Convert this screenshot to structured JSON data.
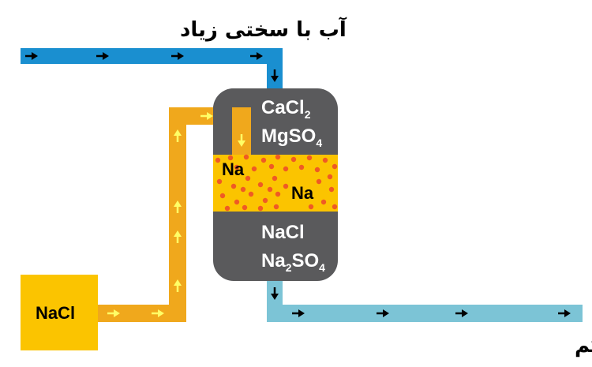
{
  "diagram": {
    "inlet_label": "آب با سختی زیاد",
    "outlet_label": "آب با سختی کم",
    "salt_label": "NaCl",
    "column_top": {
      "line1": {
        "base": "CaCl",
        "sub": "2"
      },
      "line2": {
        "base": "MgSO",
        "sub": "4"
      }
    },
    "resin": {
      "label_left": "Na",
      "label_right": "Na"
    },
    "column_bottom": {
      "line1": {
        "base": "NaCl"
      },
      "line2": {
        "pre": "Na",
        "sub1": "2",
        "mid": "SO",
        "sub2": "4"
      }
    }
  },
  "colors": {
    "hard_water_pipe": "#1a8fd0",
    "soft_water_pipe": "#7cc4d6",
    "brine_pipe": "#f0a81c",
    "salt_box": "#fbc400",
    "column": "#5a5a5c",
    "resin_band": "#fbc400",
    "resin_beads": "#ef5a24",
    "arrow_dark": "#000000",
    "arrow_light": "#ffff66"
  }
}
